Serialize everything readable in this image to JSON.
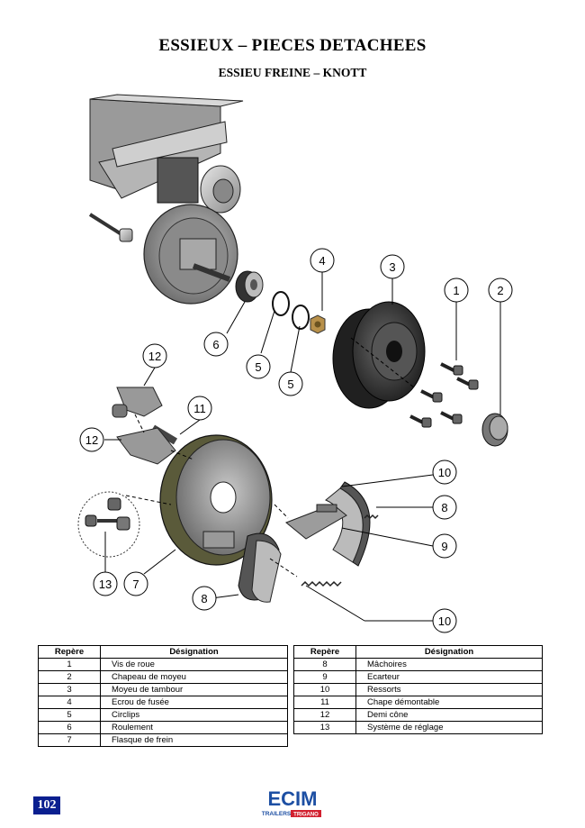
{
  "header": {
    "title": "ESSIEUX – PIECES DETACHEES",
    "subtitle": "ESSIEU FREINE – KNOTT"
  },
  "diagram": {
    "callouts": [
      "1",
      "2",
      "3",
      "4",
      "5",
      "5",
      "6",
      "7",
      "8",
      "8",
      "9",
      "10",
      "10",
      "11",
      "12",
      "12",
      "13"
    ]
  },
  "table": {
    "headers": {
      "repere": "Repère",
      "designation": "Désignation"
    },
    "left": [
      {
        "repere": "1",
        "designation": "Vis de roue"
      },
      {
        "repere": "2",
        "designation": "Chapeau de moyeu"
      },
      {
        "repere": "3",
        "designation": "Moyeu de tambour"
      },
      {
        "repere": "4",
        "designation": "Ecrou de fusée"
      },
      {
        "repere": "5",
        "designation": "Circlips"
      },
      {
        "repere": "6",
        "designation": "Roulement"
      },
      {
        "repere": "7",
        "designation": "Flasque de frein"
      }
    ],
    "right": [
      {
        "repere": "8",
        "designation": "Mâchoires"
      },
      {
        "repere": "9",
        "designation": "Ecarteur"
      },
      {
        "repere": "10",
        "designation": "Ressorts"
      },
      {
        "repere": "11",
        "designation": "Chape démontable"
      },
      {
        "repere": "12",
        "designation": "Demi cône"
      },
      {
        "repere": "13",
        "designation": "Système de réglage"
      }
    ]
  },
  "footer": {
    "page_number": "102",
    "logo_text": "ECIM",
    "logo_sub": "TRAILERS",
    "logo_brand": "TRIGANO"
  },
  "colors": {
    "page_badge": "#0a1f8f",
    "logo_blue": "#1d4fa3",
    "logo_red": "#d2202f",
    "metal_dark": "#4a4a4a",
    "metal_light": "#c8c8c8",
    "nut_gold": "#b8904a"
  }
}
